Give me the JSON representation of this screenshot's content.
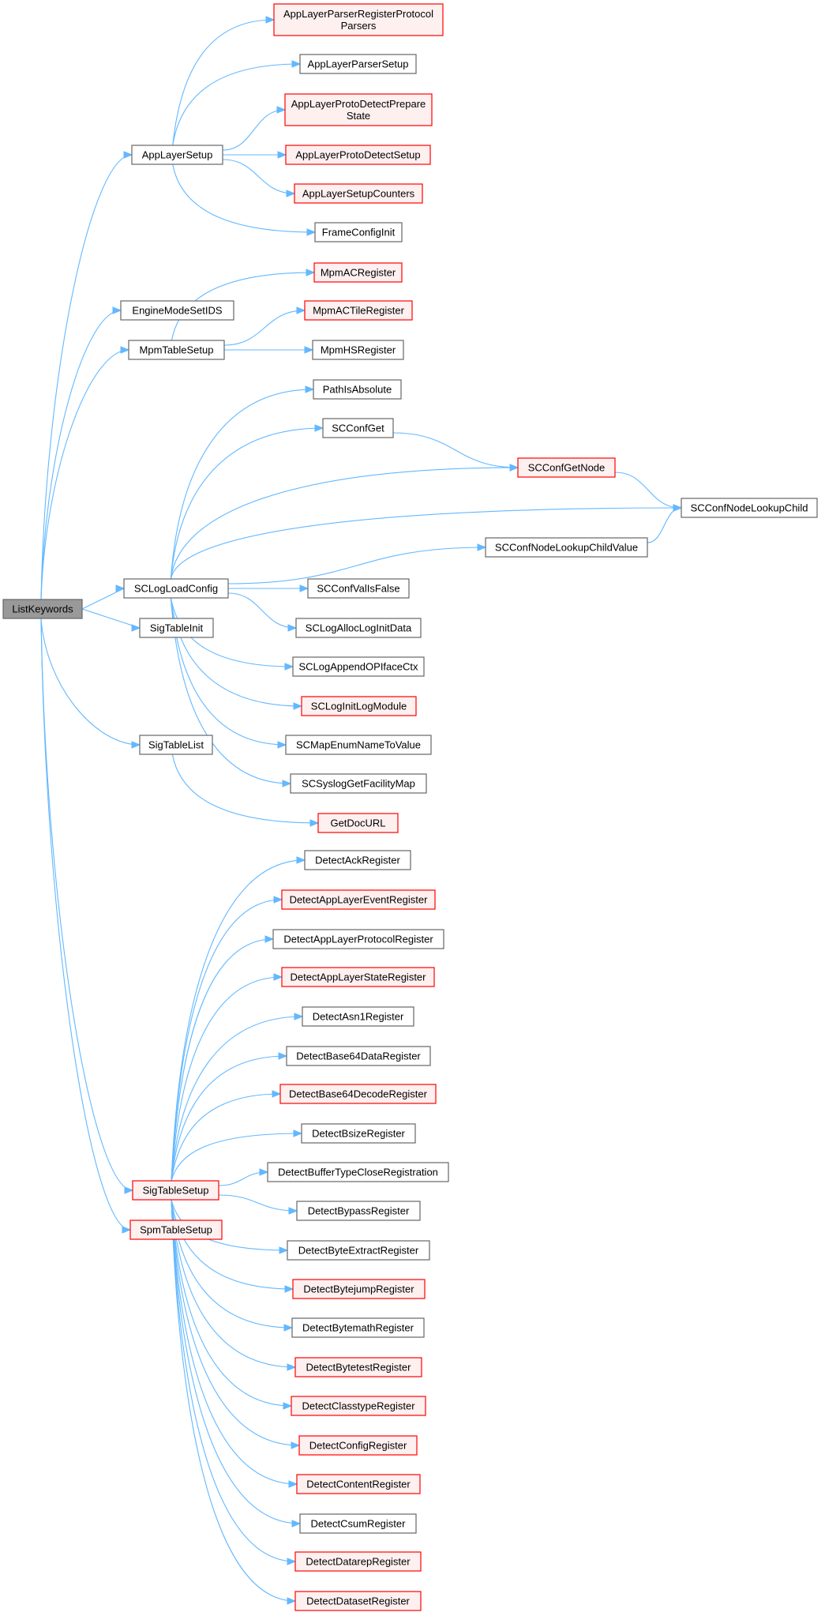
{
  "colors": {
    "edge": "#63b8ff",
    "root_fill": "#999999",
    "root_border": "#666666",
    "normal_fill": "#ffffff",
    "normal_border": "#666666",
    "truncated_fill": "#fff0f0",
    "truncated_border": "#ff0000"
  },
  "nodes": [
    {
      "id": "ListKeywords",
      "lines": [
        "ListKeywords"
      ],
      "style": "root"
    },
    {
      "id": "AppLayerSetup",
      "lines": [
        "AppLayerSetup"
      ],
      "style": "normal"
    },
    {
      "id": "EngineModeSetIDS",
      "lines": [
        "EngineModeSetIDS"
      ],
      "style": "normal"
    },
    {
      "id": "MpmTableSetup",
      "lines": [
        "MpmTableSetup"
      ],
      "style": "normal"
    },
    {
      "id": "SCLogLoadConfig",
      "lines": [
        "SCLogLoadConfig"
      ],
      "style": "normal"
    },
    {
      "id": "SigTableInit",
      "lines": [
        "SigTableInit"
      ],
      "style": "normal"
    },
    {
      "id": "SigTableList",
      "lines": [
        "SigTableList"
      ],
      "style": "normal"
    },
    {
      "id": "SigTableSetup",
      "lines": [
        "SigTableSetup"
      ],
      "style": "truncated"
    },
    {
      "id": "SpmTableSetup",
      "lines": [
        "SpmTableSetup"
      ],
      "style": "truncated"
    },
    {
      "id": "AppLayerParserRegisterProtocolParsers",
      "lines": [
        "AppLayerParserRegisterProtocol",
        "Parsers"
      ],
      "style": "truncated"
    },
    {
      "id": "AppLayerParserSetup",
      "lines": [
        "AppLayerParserSetup"
      ],
      "style": "normal"
    },
    {
      "id": "AppLayerProtoDetectPrepareState",
      "lines": [
        "AppLayerProtoDetectPrepare",
        "State"
      ],
      "style": "truncated"
    },
    {
      "id": "AppLayerProtoDetectSetup",
      "lines": [
        "AppLayerProtoDetectSetup"
      ],
      "style": "truncated"
    },
    {
      "id": "AppLayerSetupCounters",
      "lines": [
        "AppLayerSetupCounters"
      ],
      "style": "truncated"
    },
    {
      "id": "FrameConfigInit",
      "lines": [
        "FrameConfigInit"
      ],
      "style": "normal"
    },
    {
      "id": "MpmACRegister",
      "lines": [
        "MpmACRegister"
      ],
      "style": "truncated"
    },
    {
      "id": "MpmACTileRegister",
      "lines": [
        "MpmACTileRegister"
      ],
      "style": "truncated"
    },
    {
      "id": "MpmHSRegister",
      "lines": [
        "MpmHSRegister"
      ],
      "style": "normal"
    },
    {
      "id": "PathIsAbsolute",
      "lines": [
        "PathIsAbsolute"
      ],
      "style": "normal"
    },
    {
      "id": "SCConfGet",
      "lines": [
        "SCConfGet"
      ],
      "style": "normal"
    },
    {
      "id": "SCConfGetNode",
      "lines": [
        "SCConfGetNode"
      ],
      "style": "truncated"
    },
    {
      "id": "SCConfNodeLookupChild",
      "lines": [
        "SCConfNodeLookupChild"
      ],
      "style": "normal"
    },
    {
      "id": "SCConfNodeLookupChildValue",
      "lines": [
        "SCConfNodeLookupChildValue"
      ],
      "style": "normal"
    },
    {
      "id": "SCConfValIsFalse",
      "lines": [
        "SCConfValIsFalse"
      ],
      "style": "normal"
    },
    {
      "id": "SCLogAllocLogInitData",
      "lines": [
        "SCLogAllocLogInitData"
      ],
      "style": "normal"
    },
    {
      "id": "SCLogAppendOPIfaceCtx",
      "lines": [
        "SCLogAppendOPIfaceCtx"
      ],
      "style": "normal"
    },
    {
      "id": "SCLogInitLogModule",
      "lines": [
        "SCLogInitLogModule"
      ],
      "style": "truncated"
    },
    {
      "id": "SCMapEnumNameToValue",
      "lines": [
        "SCMapEnumNameToValue"
      ],
      "style": "normal"
    },
    {
      "id": "SCSyslogGetFacilityMap",
      "lines": [
        "SCSyslogGetFacilityMap"
      ],
      "style": "normal"
    },
    {
      "id": "GetDocURL",
      "lines": [
        "GetDocURL"
      ],
      "style": "truncated"
    },
    {
      "id": "DetectAckRegister",
      "lines": [
        "DetectAckRegister"
      ],
      "style": "normal"
    },
    {
      "id": "DetectAppLayerEventRegister",
      "lines": [
        "DetectAppLayerEventRegister"
      ],
      "style": "truncated"
    },
    {
      "id": "DetectAppLayerProtocolRegister",
      "lines": [
        "DetectAppLayerProtocolRegister"
      ],
      "style": "normal"
    },
    {
      "id": "DetectAppLayerStateRegister",
      "lines": [
        "DetectAppLayerStateRegister"
      ],
      "style": "truncated"
    },
    {
      "id": "DetectAsn1Register",
      "lines": [
        "DetectAsn1Register"
      ],
      "style": "normal"
    },
    {
      "id": "DetectBase64DataRegister",
      "lines": [
        "DetectBase64DataRegister"
      ],
      "style": "normal"
    },
    {
      "id": "DetectBase64DecodeRegister",
      "lines": [
        "DetectBase64DecodeRegister"
      ],
      "style": "truncated"
    },
    {
      "id": "DetectBsizeRegister",
      "lines": [
        "DetectBsizeRegister"
      ],
      "style": "normal"
    },
    {
      "id": "DetectBufferTypeCloseRegistration",
      "lines": [
        "DetectBufferTypeCloseRegistration"
      ],
      "style": "normal"
    },
    {
      "id": "DetectBypassRegister",
      "lines": [
        "DetectBypassRegister"
      ],
      "style": "normal"
    },
    {
      "id": "DetectByteExtractRegister",
      "lines": [
        "DetectByteExtractRegister"
      ],
      "style": "normal"
    },
    {
      "id": "DetectBytejumpRegister",
      "lines": [
        "DetectBytejumpRegister"
      ],
      "style": "truncated"
    },
    {
      "id": "DetectBytemathRegister",
      "lines": [
        "DetectBytemathRegister"
      ],
      "style": "normal"
    },
    {
      "id": "DetectBytetestRegister",
      "lines": [
        "DetectBytetestRegister"
      ],
      "style": "truncated"
    },
    {
      "id": "DetectClasstypeRegister",
      "lines": [
        "DetectClasstypeRegister"
      ],
      "style": "truncated"
    },
    {
      "id": "DetectConfigRegister",
      "lines": [
        "DetectConfigRegister"
      ],
      "style": "truncated"
    },
    {
      "id": "DetectContentRegister",
      "lines": [
        "DetectContentRegister"
      ],
      "style": "truncated"
    },
    {
      "id": "DetectCsumRegister",
      "lines": [
        "DetectCsumRegister"
      ],
      "style": "normal"
    },
    {
      "id": "DetectDatarepRegister",
      "lines": [
        "DetectDatarepRegister"
      ],
      "style": "truncated"
    },
    {
      "id": "DetectDatasetRegister",
      "lines": [
        "DetectDatasetRegister"
      ],
      "style": "truncated"
    }
  ],
  "edges": [
    [
      "ListKeywords",
      "AppLayerSetup"
    ],
    [
      "ListKeywords",
      "EngineModeSetIDS"
    ],
    [
      "ListKeywords",
      "MpmTableSetup"
    ],
    [
      "ListKeywords",
      "SCLogLoadConfig"
    ],
    [
      "ListKeywords",
      "SigTableInit"
    ],
    [
      "ListKeywords",
      "SigTableList"
    ],
    [
      "ListKeywords",
      "SigTableSetup"
    ],
    [
      "ListKeywords",
      "SpmTableSetup"
    ],
    [
      "AppLayerSetup",
      "AppLayerParserRegisterProtocolParsers"
    ],
    [
      "AppLayerSetup",
      "AppLayerParserSetup"
    ],
    [
      "AppLayerSetup",
      "AppLayerProtoDetectPrepareState"
    ],
    [
      "AppLayerSetup",
      "AppLayerProtoDetectSetup"
    ],
    [
      "AppLayerSetup",
      "AppLayerSetupCounters"
    ],
    [
      "AppLayerSetup",
      "FrameConfigInit"
    ],
    [
      "MpmTableSetup",
      "MpmACRegister"
    ],
    [
      "MpmTableSetup",
      "MpmACTileRegister"
    ],
    [
      "MpmTableSetup",
      "MpmHSRegister"
    ],
    [
      "SCLogLoadConfig",
      "PathIsAbsolute"
    ],
    [
      "SCLogLoadConfig",
      "SCConfGet"
    ],
    [
      "SCLogLoadConfig",
      "SCConfGetNode"
    ],
    [
      "SCLogLoadConfig",
      "SCConfNodeLookupChild"
    ],
    [
      "SCLogLoadConfig",
      "SCConfNodeLookupChildValue"
    ],
    [
      "SCLogLoadConfig",
      "SCConfValIsFalse"
    ],
    [
      "SCLogLoadConfig",
      "SCLogAllocLogInitData"
    ],
    [
      "SCLogLoadConfig",
      "SCLogAppendOPIfaceCtx"
    ],
    [
      "SCLogLoadConfig",
      "SCLogInitLogModule"
    ],
    [
      "SCLogLoadConfig",
      "SCMapEnumNameToValue"
    ],
    [
      "SCLogLoadConfig",
      "SCSyslogGetFacilityMap"
    ],
    [
      "SCConfGet",
      "SCConfGetNode"
    ],
    [
      "SCConfGetNode",
      "SCConfNodeLookupChild"
    ],
    [
      "SCConfNodeLookupChildValue",
      "SCConfNodeLookupChild"
    ],
    [
      "SigTableList",
      "GetDocURL"
    ],
    [
      "SigTableSetup",
      "DetectAckRegister"
    ],
    [
      "SigTableSetup",
      "DetectAppLayerEventRegister"
    ],
    [
      "SigTableSetup",
      "DetectAppLayerProtocolRegister"
    ],
    [
      "SigTableSetup",
      "DetectAppLayerStateRegister"
    ],
    [
      "SigTableSetup",
      "DetectAsn1Register"
    ],
    [
      "SigTableSetup",
      "DetectBase64DataRegister"
    ],
    [
      "SigTableSetup",
      "DetectBase64DecodeRegister"
    ],
    [
      "SigTableSetup",
      "DetectBsizeRegister"
    ],
    [
      "SigTableSetup",
      "DetectBufferTypeCloseRegistration"
    ],
    [
      "SigTableSetup",
      "DetectBypassRegister"
    ],
    [
      "SigTableSetup",
      "DetectByteExtractRegister"
    ],
    [
      "SigTableSetup",
      "DetectBytejumpRegister"
    ],
    [
      "SigTableSetup",
      "DetectBytemathRegister"
    ],
    [
      "SigTableSetup",
      "DetectBytetestRegister"
    ],
    [
      "SigTableSetup",
      "DetectClasstypeRegister"
    ],
    [
      "SigTableSetup",
      "DetectConfigRegister"
    ],
    [
      "SigTableSetup",
      "DetectContentRegister"
    ],
    [
      "SigTableSetup",
      "DetectCsumRegister"
    ],
    [
      "SigTableSetup",
      "DetectDatarepRegister"
    ],
    [
      "SigTableSetup",
      "DetectDatasetRegister"
    ]
  ]
}
